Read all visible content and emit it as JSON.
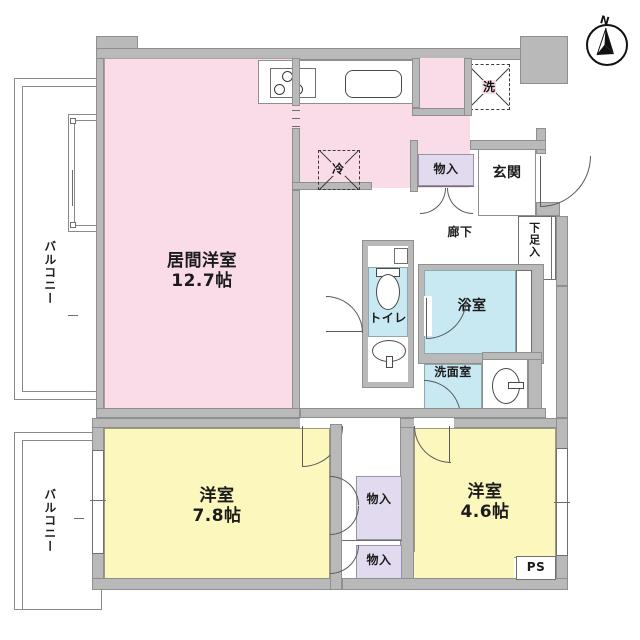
{
  "plan": {
    "type": "japanese-floor-plan",
    "compass": {
      "north_label": "N"
    },
    "rooms": [
      {
        "id": "living",
        "name": "居間洋室",
        "size": "12.7帖",
        "color": "#fadce8"
      },
      {
        "id": "bedroom1",
        "name": "洋室",
        "size": "7.8帖",
        "color": "#fbf7bd"
      },
      {
        "id": "bedroom2",
        "name": "洋室",
        "size": "4.6帖",
        "color": "#fbf7bd"
      }
    ],
    "labels": {
      "living_name": "居間洋室",
      "living_size": "12.7帖",
      "bedroom1_name": "洋室",
      "bedroom1_size": "7.8帖",
      "bedroom2_name": "洋室",
      "bedroom2_size": "4.6帖",
      "balcony_upper": "バルコニー",
      "balcony_lower": "バルコニー",
      "entrance": "玄関",
      "corridor": "廊下",
      "shoe_cabinet": "下足入",
      "toilet": "トイレ",
      "bath": "浴室",
      "washroom": "洗面室",
      "closet_entry": "物入",
      "closet_mid_upper": "物入",
      "closet_mid_lower": "物入",
      "washer": "洗",
      "fridge": "冷",
      "pipe_shaft": "PS"
    },
    "fixtures": [
      {
        "name": "stove",
        "burners": 3
      },
      {
        "name": "sink"
      },
      {
        "name": "toilet-bowl"
      },
      {
        "name": "toilet-basin"
      },
      {
        "name": "bathtub"
      },
      {
        "name": "vanity-basin"
      }
    ],
    "colors": {
      "living_fill": "#fadce8",
      "bedroom_fill": "#fbf7bd",
      "wet_fill": "#c9e9f2",
      "closet_fill": "#e2daee",
      "wall_fill": "#b9b9b9",
      "wall_stroke": "#8f8f8f"
    }
  }
}
